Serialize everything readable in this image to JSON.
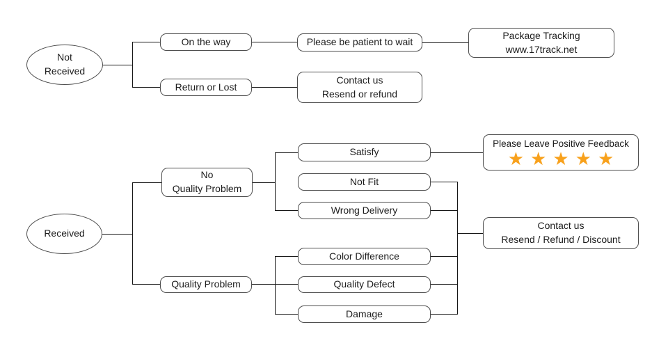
{
  "colors": {
    "star": "#F8A11C",
    "line": "#161616",
    "box_border": "#4d4d4d",
    "background": "#ffffff"
  },
  "not_received_flow": {
    "root": {
      "lines": [
        "Not",
        "Received"
      ]
    },
    "on_the_way": {
      "label": "On the way"
    },
    "be_patient": {
      "label": "Please be patient to wait"
    },
    "package_tracking": {
      "lines": [
        "Package Tracking",
        "www.17track.net"
      ]
    },
    "return_or_lost": {
      "label": "Return or Lost"
    },
    "contact_resend_refund": {
      "lines": [
        "Contact us",
        "Resend or refund"
      ]
    }
  },
  "received_flow": {
    "root": {
      "label": "Received"
    },
    "no_quality_problem": {
      "lines": [
        "No",
        "Quality Problem"
      ]
    },
    "quality_problem": {
      "label": "Quality Problem"
    },
    "satisfy": {
      "label": "Satisfy"
    },
    "not_fit": {
      "label": "Not Fit"
    },
    "wrong_delivery": {
      "label": "Wrong Delivery"
    },
    "color_difference": {
      "label": "Color Difference"
    },
    "quality_defect": {
      "label": "Quality Defect"
    },
    "damage": {
      "label": "Damage"
    },
    "positive_feedback": {
      "label": "Please Leave Positive Feedback",
      "star_count": 5
    },
    "contact_discount": {
      "lines": [
        "Contact us",
        "Resend / Refund / Discount"
      ]
    }
  },
  "edges": [
    {
      "from": "not_received",
      "to": "on_the_way"
    },
    {
      "from": "not_received",
      "to": "return_or_lost"
    },
    {
      "from": "on_the_way",
      "to": "be_patient"
    },
    {
      "from": "be_patient",
      "to": "package_tracking"
    },
    {
      "from": "return_or_lost",
      "to": "contact_resend_refund"
    },
    {
      "from": "received",
      "to": "no_quality_problem"
    },
    {
      "from": "received",
      "to": "quality_problem"
    },
    {
      "from": "no_quality_problem",
      "to": "satisfy"
    },
    {
      "from": "no_quality_problem",
      "to": "not_fit"
    },
    {
      "from": "no_quality_problem",
      "to": "wrong_delivery"
    },
    {
      "from": "quality_problem",
      "to": "color_difference"
    },
    {
      "from": "quality_problem",
      "to": "quality_defect"
    },
    {
      "from": "quality_problem",
      "to": "damage"
    },
    {
      "from": "satisfy",
      "to": "positive_feedback"
    },
    {
      "from": "not_fit",
      "to": "contact_discount"
    },
    {
      "from": "wrong_delivery",
      "to": "contact_discount"
    },
    {
      "from": "color_difference",
      "to": "contact_discount"
    },
    {
      "from": "quality_defect",
      "to": "contact_discount"
    },
    {
      "from": "damage",
      "to": "contact_discount"
    }
  ]
}
